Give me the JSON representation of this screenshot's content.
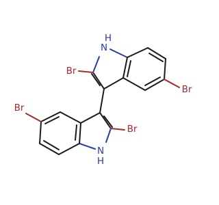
{
  "colors": {
    "bond": "#1a1a1a",
    "bromine": "#a52a2a",
    "nitrogen": "#2a3aa8",
    "background": "#ffffff"
  },
  "atoms": {
    "n1_top": "N",
    "h1_top": "H",
    "br_c2_top": "Br",
    "br_c5_top": "Br",
    "br_c5_bottom": "Br",
    "br_c2_bottom": "Br",
    "n1_bottom": "N",
    "h1_bottom": "H"
  }
}
